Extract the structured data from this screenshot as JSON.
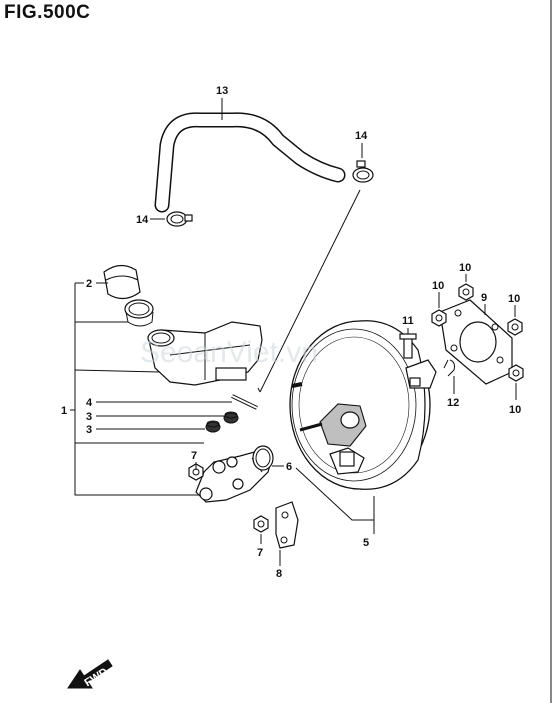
{
  "figure": {
    "title": "FIG.500C",
    "watermark": "SeoanViet.vn",
    "direction_label": "FWD"
  },
  "callouts": {
    "c1": "1",
    "c2": "2",
    "c3a": "3",
    "c3b": "3",
    "c4": "4",
    "c5": "5",
    "c6": "6",
    "c7a": "7",
    "c7b": "7",
    "c8": "8",
    "c9": "9",
    "c10a": "10",
    "c10b": "10",
    "c10c": "10",
    "c10d": "10",
    "c11": "11",
    "c12": "12",
    "c13": "13",
    "c14a": "14",
    "c14b": "14"
  },
  "colors": {
    "line": "#111111",
    "part_fill": "#ffffff",
    "shade": "#bfbfbf",
    "watermark": "#cfd6dc"
  }
}
